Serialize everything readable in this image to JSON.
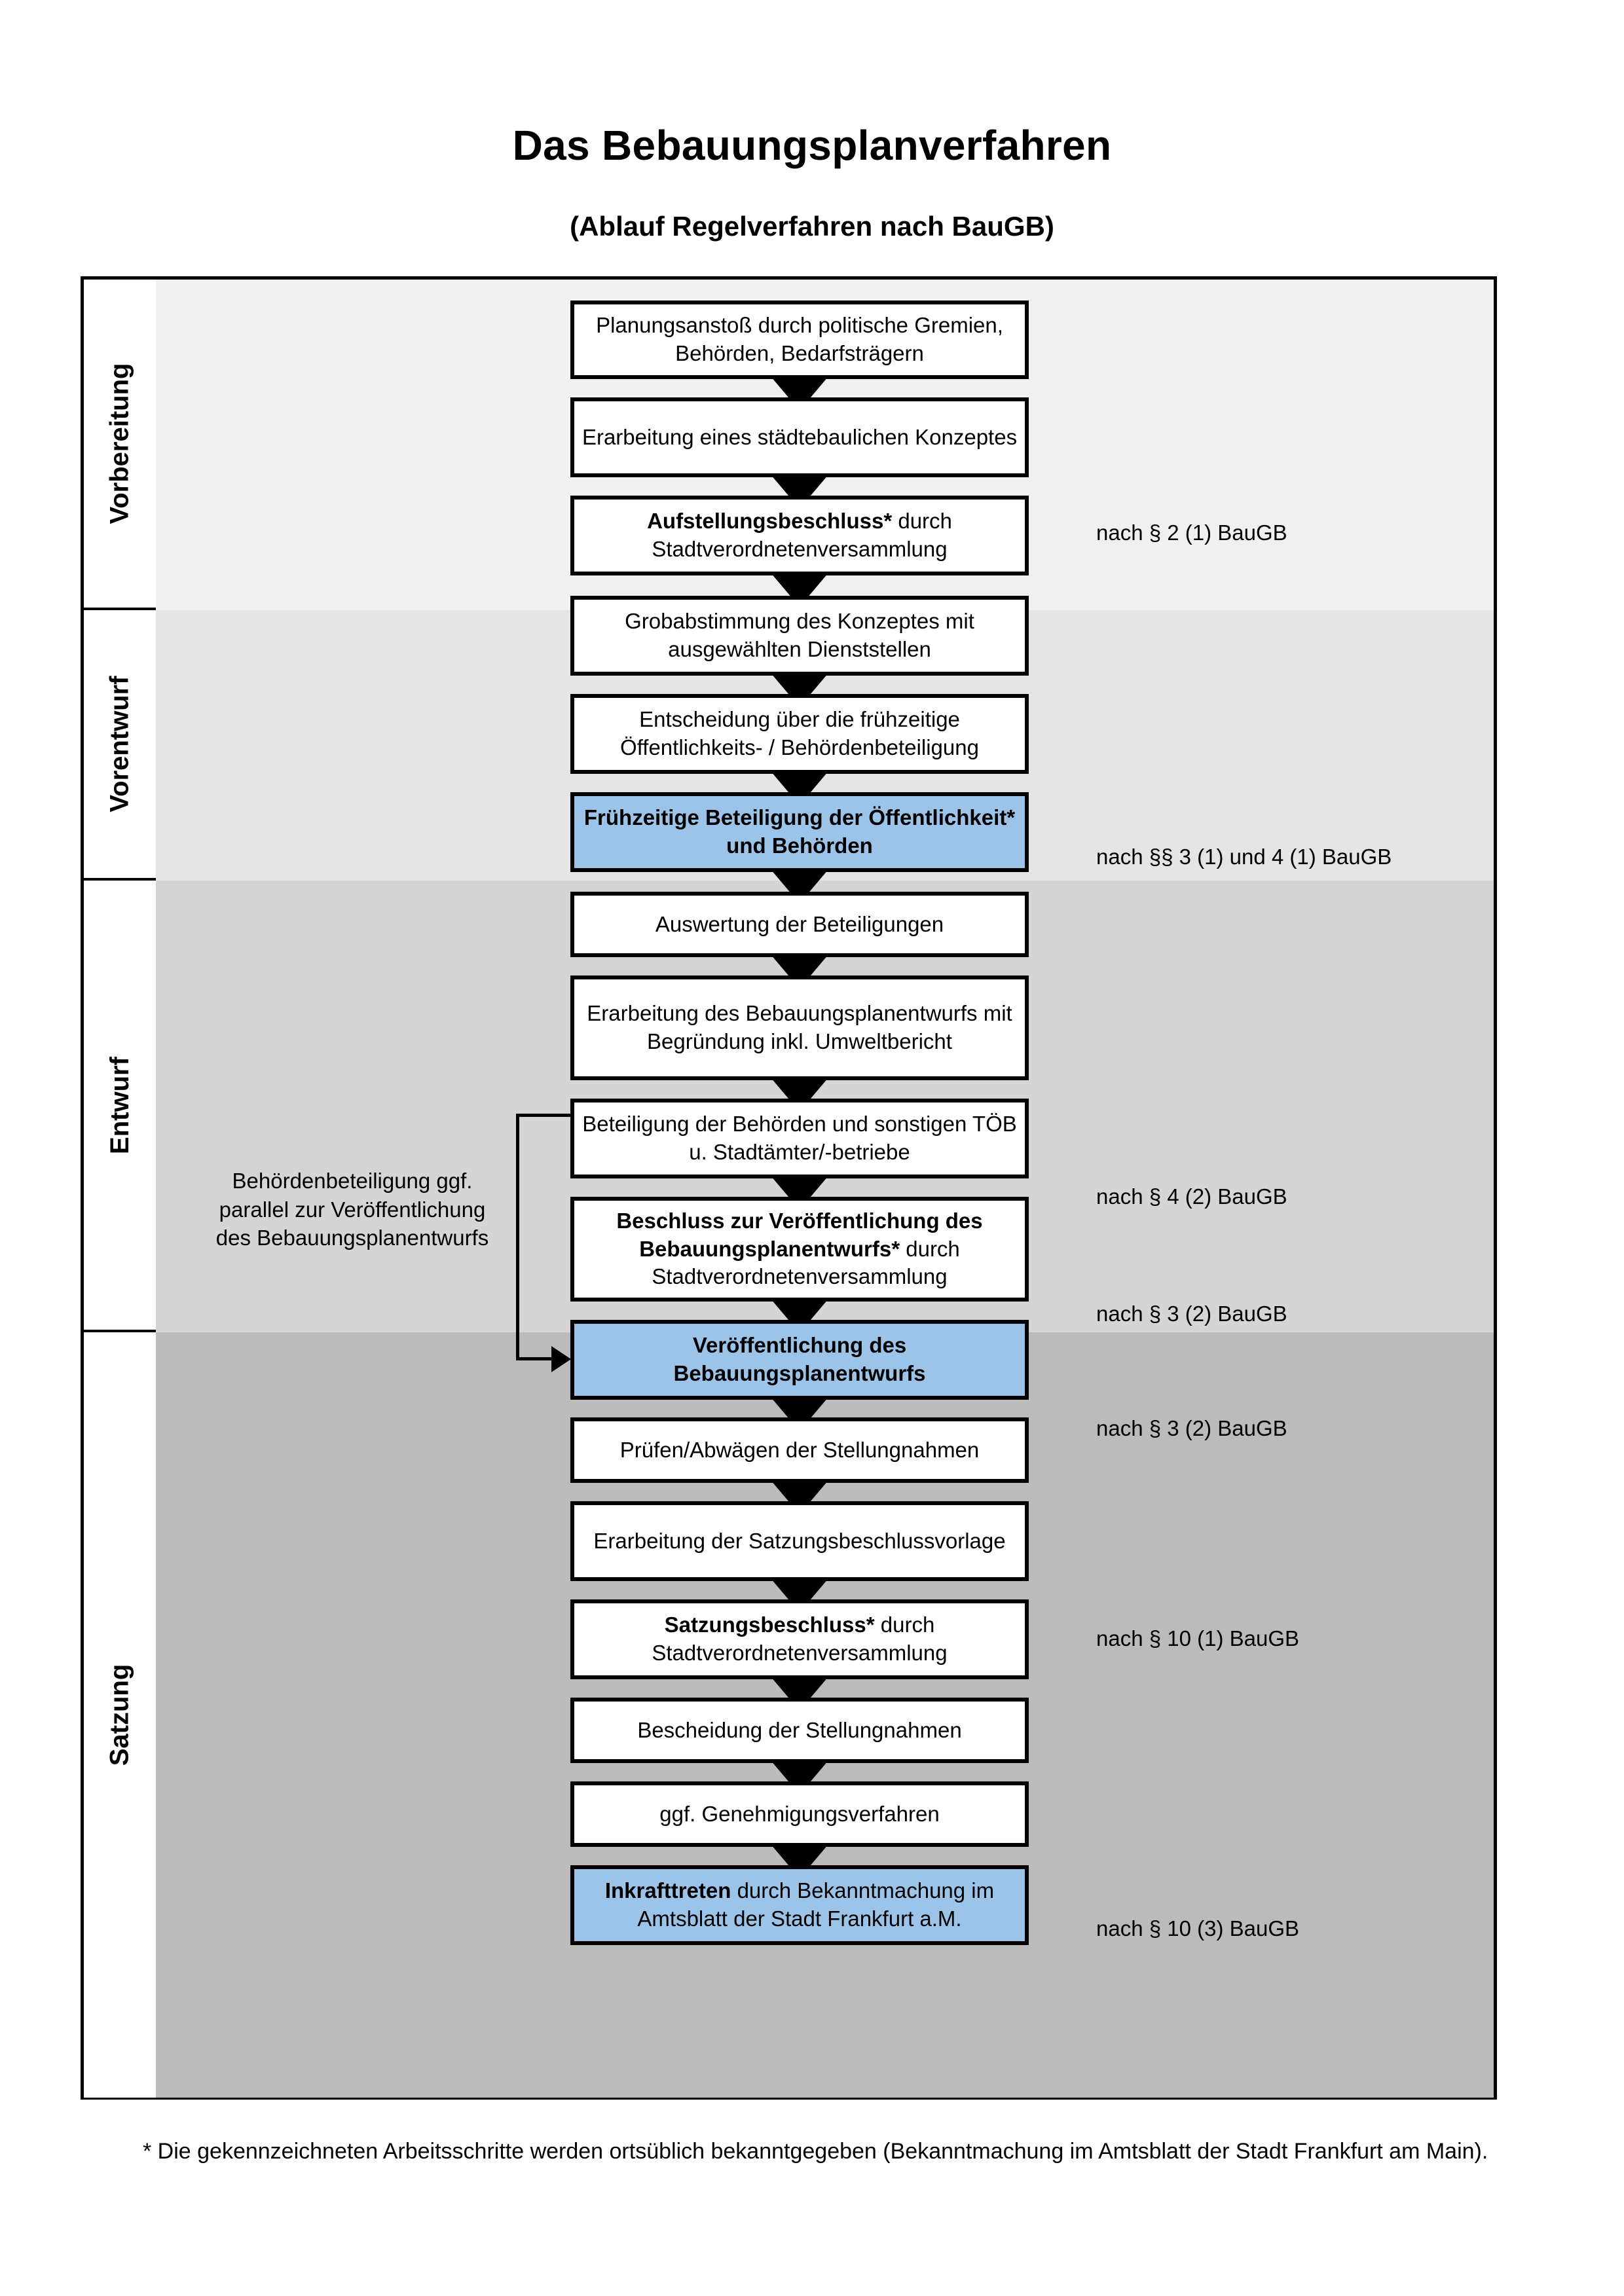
{
  "header": {
    "title": "Das Bebauungsplanverfahren",
    "subtitle": "(Ablauf Regelverfahren nach BauGB)"
  },
  "phases": [
    {
      "label": "Vorbereitung"
    },
    {
      "label": "Vorentwurf"
    },
    {
      "label": "Entwurf"
    },
    {
      "label": "Satzung"
    }
  ],
  "steps": [
    {
      "id": "planungsanstoss",
      "text": "Planungsanstoß durch politische Gremien, Behörden, Bedarfsträgern",
      "bold_prefix": "",
      "highlight": false
    },
    {
      "id": "staedtebauliches-konzept",
      "text": "Erarbeitung eines städtebaulichen Konzeptes",
      "bold_prefix": "",
      "highlight": false
    },
    {
      "id": "aufstellungsbeschluss",
      "text": "durch Stadtverordnetenversammlung",
      "bold_prefix": "Aufstellungsbeschluss*",
      "highlight": false
    },
    {
      "id": "grobabstimmung",
      "text": "Grobabstimmung des Konzeptes mit ausgewählten Dienststellen",
      "bold_prefix": "",
      "highlight": false
    },
    {
      "id": "entscheidung-fruehzeitige",
      "text": "Entscheidung über die frühzeitige Öffentlichkeits- / Behördenbeteiligung",
      "bold_prefix": "",
      "highlight": false
    },
    {
      "id": "fruehzeitige-beteiligung",
      "text": "",
      "bold_prefix": "Frühzeitige Beteiligung der Öffentlichkeit* und Behörden",
      "highlight": true
    },
    {
      "id": "auswertung-beteiligungen",
      "text": "Auswertung der Beteiligungen",
      "bold_prefix": "",
      "highlight": false
    },
    {
      "id": "erarbeitung-entwurf",
      "text": "Erarbeitung des Bebauungsplanentwurfs mit Begründung inkl. Umweltbericht",
      "bold_prefix": "",
      "highlight": false
    },
    {
      "id": "beteiligung-behoerden",
      "text": "Beteiligung der Behörden und sonstigen TÖB u. Stadtämter/-betriebe",
      "bold_prefix": "",
      "highlight": false
    },
    {
      "id": "beschluss-veroeffentlichung",
      "text": "durch Stadtverordnetenversammlung",
      "bold_prefix": "Beschluss zur Veröffentlichung des Bebauungsplanentwurfs*",
      "highlight": false
    },
    {
      "id": "veroeffentlichung-entwurf",
      "text": "",
      "bold_prefix": "Veröffentlichung des Bebauungsplanentwurfs",
      "highlight": true
    },
    {
      "id": "pruefen-abwaegen",
      "text": "Prüfen/Abwägen der Stellungnahmen",
      "bold_prefix": "",
      "highlight": false
    },
    {
      "id": "satzungsbeschlussvorlage",
      "text": "Erarbeitung der Satzungsbeschlussvorlage",
      "bold_prefix": "",
      "highlight": false
    },
    {
      "id": "satzungsbeschluss",
      "text": "durch Stadtverordnetenversammlung",
      "bold_prefix": "Satzungsbeschluss*",
      "highlight": false
    },
    {
      "id": "bescheidung-stellungnahmen",
      "text": "Bescheidung der Stellungnahmen",
      "bold_prefix": "",
      "highlight": false
    },
    {
      "id": "genehmigungsverfahren",
      "text": "ggf. Genehmigungsverfahren",
      "bold_prefix": "",
      "highlight": false
    },
    {
      "id": "inkrafttreten",
      "text": "durch Bekanntmachung im Amtsblatt der Stadt Frankfurt a.M.",
      "bold_prefix": "Inkrafttreten",
      "highlight": true
    }
  ],
  "legal_refs": [
    {
      "id": "ref-2-1",
      "text": "nach § 2 (1) BauGB"
    },
    {
      "id": "ref-3-1-4-1",
      "text": "nach §§ 3 (1) und 4 (1) BauGB"
    },
    {
      "id": "ref-4-2",
      "text": "nach § 4 (2) BauGB"
    },
    {
      "id": "ref-3-2-a",
      "text": "nach § 3 (2) BauGB"
    },
    {
      "id": "ref-3-2-b",
      "text": "nach § 3 (2) BauGB"
    },
    {
      "id": "ref-10-1",
      "text": "nach § 10 (1) BauGB"
    },
    {
      "id": "ref-10-3",
      "text": "nach § 10 (3) BauGB"
    }
  ],
  "side_note": {
    "text": "Behördenbeteiligung ggf. parallel zur Veröffentlichung des Bebauungsplanentwurfs"
  },
  "footnote": {
    "text": "* Die gekennzeichneten Arbeitsschritte werden ortsüblich bekanntgegeben (Bekanntmachung im Amtsblatt  der Stadt Frankfurt am Main)."
  },
  "colors": {
    "highlight_blue": "#9CC3E8",
    "band_vorbereitung": "#F0F0F0",
    "band_vorentwurf": "#E5E5E5",
    "band_entwurf": "#D5D5D5",
    "band_satzung": "#BBBBBB",
    "border": "#000000"
  }
}
